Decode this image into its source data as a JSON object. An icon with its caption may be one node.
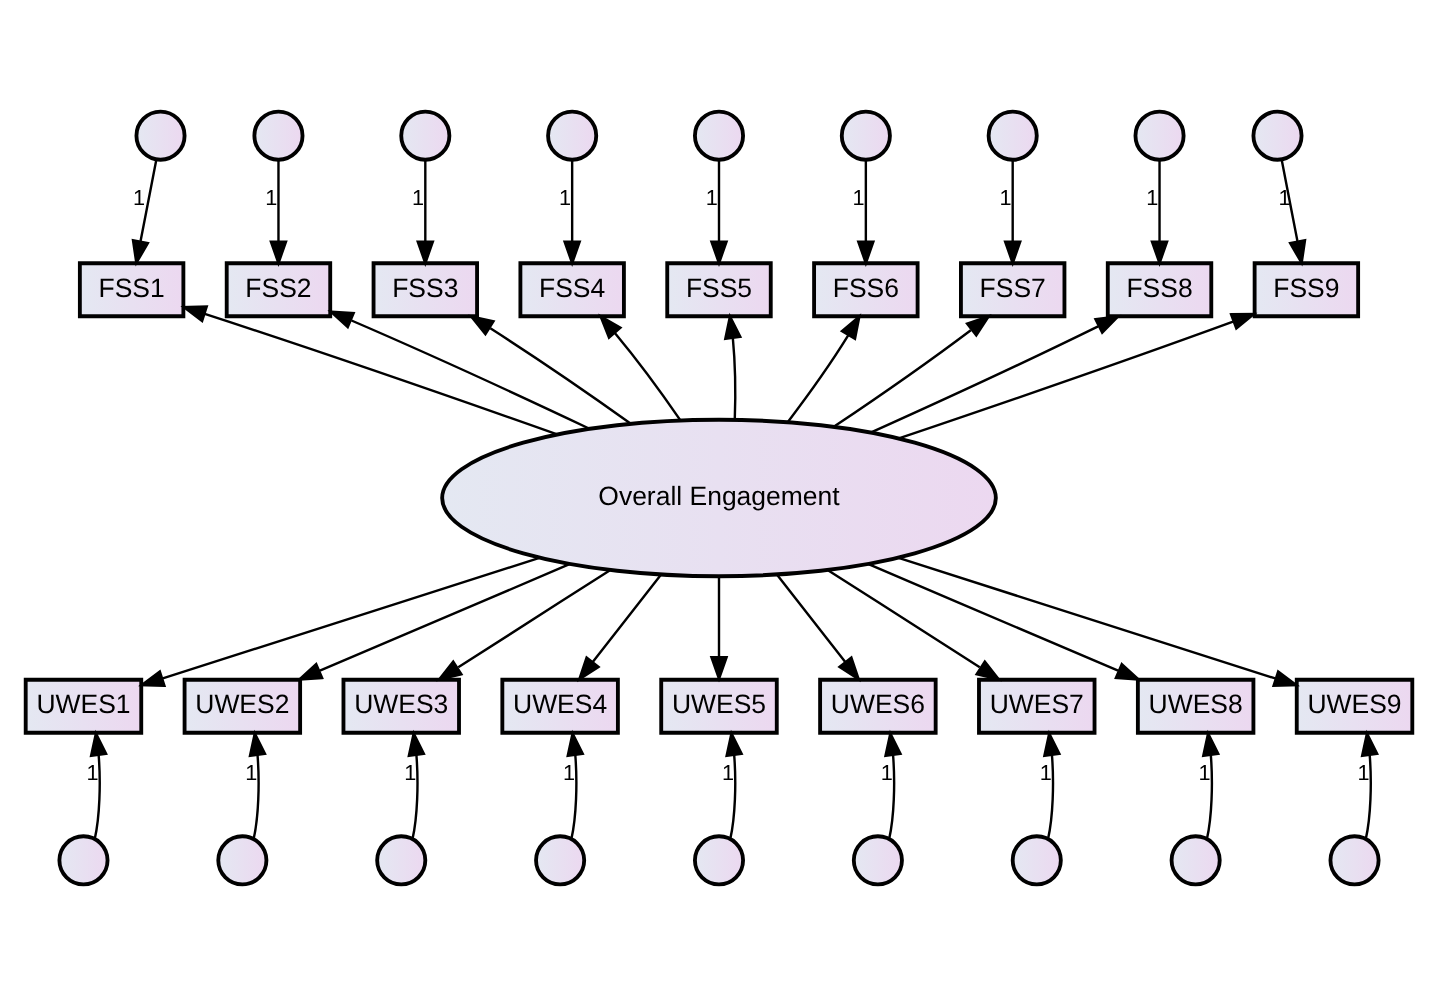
{
  "diagram": {
    "nodes": [
      {
        "text": [],
        "shape": "circle"
      },
      {
        "text": [],
        "shape": "circle"
      },
      {
        "text": [],
        "shape": "circle"
      },
      {
        "text": [],
        "shape": "circle"
      },
      {
        "text": [],
        "shape": "circle"
      },
      {
        "text": [],
        "shape": "circle"
      },
      {
        "text": [],
        "shape": "circle"
      },
      {
        "text": [],
        "shape": "circle"
      },
      {
        "text": [],
        "shape": "circle"
      },
      {
        "text": [
          "FSS1"
        ]
      },
      {
        "text": [
          "FSS2"
        ]
      },
      {
        "text": [
          "FSS3"
        ]
      },
      {
        "text": [
          "FSS4"
        ]
      },
      {
        "text": [
          "FSS5"
        ]
      },
      {
        "text": [
          "FSS6"
        ]
      },
      {
        "text": [
          "FSS7"
        ]
      },
      {
        "text": [
          "FSS8"
        ]
      },
      {
        "text": [
          "FSS9"
        ]
      },
      {
        "text": [
          "Overall Engagement"
        ]
      },
      {
        "text": [
          "UWES1"
        ]
      },
      {
        "text": [
          "UWES2"
        ]
      },
      {
        "text": [
          "UWES3"
        ]
      },
      {
        "text": [
          "UWES4"
        ]
      },
      {
        "text": [
          "UWES5"
        ]
      },
      {
        "text": [
          "UWES6"
        ]
      },
      {
        "text": [
          "UWES7"
        ]
      },
      {
        "text": [
          "UWES8"
        ]
      },
      {
        "text": [
          "UWES9"
        ]
      },
      {
        "text": [],
        "shape": "circle"
      },
      {
        "text": [],
        "shape": "circle"
      },
      {
        "text": [],
        "shape": "circle"
      },
      {
        "text": [],
        "shape": "circle"
      },
      {
        "text": [],
        "shape": "circle"
      },
      {
        "text": [],
        "shape": "circle"
      },
      {
        "text": [],
        "shape": "circle"
      },
      {
        "text": [],
        "shape": "circle"
      },
      {
        "text": [],
        "shape": "circle"
      }
    ],
    "edges": [
      {
        "from": 0,
        "to": 9,
        "arrow": "to",
        "label": "1"
      },
      {
        "from": 1,
        "to": 10,
        "arrow": "to",
        "label": "1"
      },
      {
        "from": 2,
        "to": 11,
        "arrow": "to",
        "label": "1"
      },
      {
        "from": 3,
        "to": 12,
        "arrow": "to",
        "label": "1"
      },
      {
        "from": 4,
        "to": 13,
        "arrow": "to",
        "label": "1"
      },
      {
        "from": 5,
        "to": 14,
        "arrow": "to",
        "label": "1"
      },
      {
        "from": 6,
        "to": 15,
        "arrow": "to",
        "label": "1"
      },
      {
        "from": 7,
        "to": 16,
        "arrow": "to",
        "label": "1"
      },
      {
        "from": 8,
        "to": 17,
        "arrow": "to",
        "label": "1"
      },
      {
        "from": 18,
        "to": 9,
        "arrow": "to"
      },
      {
        "from": 18,
        "to": 10,
        "arrow": "to"
      },
      {
        "from": 18,
        "to": 11,
        "arrow": "to"
      },
      {
        "from": 18,
        "to": 12,
        "arrow": "to"
      },
      {
        "from": 18,
        "to": 13,
        "arrow": "to"
      },
      {
        "from": 18,
        "to": 14,
        "arrow": "to"
      },
      {
        "from": 18,
        "to": 15,
        "arrow": "to"
      },
      {
        "from": 18,
        "to": 16,
        "arrow": "to"
      },
      {
        "from": 18,
        "to": 17,
        "arrow": "to"
      },
      {
        "from": 18,
        "to": 19,
        "arrow": "to"
      },
      {
        "from": 18,
        "to": 20,
        "arrow": "to"
      },
      {
        "from": 18,
        "to": 21,
        "arrow": "to"
      },
      {
        "from": 18,
        "to": 22,
        "arrow": "to"
      },
      {
        "from": 18,
        "to": 23,
        "arrow": "to"
      },
      {
        "from": 18,
        "to": 24,
        "arrow": "to"
      },
      {
        "from": 18,
        "to": 25,
        "arrow": "to"
      },
      {
        "from": 18,
        "to": 26,
        "arrow": "to"
      },
      {
        "from": 18,
        "to": 27,
        "arrow": "to"
      },
      {
        "from": 28,
        "to": 19,
        "arrow": "to",
        "label": "1"
      },
      {
        "from": 29,
        "to": 20,
        "arrow": "to",
        "label": "1"
      },
      {
        "from": 30,
        "to": 21,
        "arrow": "to",
        "label": "1"
      },
      {
        "from": 31,
        "to": 22,
        "arrow": "to",
        "label": "1"
      },
      {
        "from": 32,
        "to": 23,
        "arrow": "to",
        "label": "1"
      },
      {
        "from": 33,
        "to": 24,
        "arrow": "to",
        "label": "1"
      },
      {
        "from": 34,
        "to": 25,
        "arrow": "to",
        "label": "1"
      },
      {
        "from": 35,
        "to": 26,
        "arrow": "to",
        "label": "1"
      },
      {
        "from": 36,
        "to": 27,
        "arrow": "to",
        "label": "1"
      }
    ]
  }
}
